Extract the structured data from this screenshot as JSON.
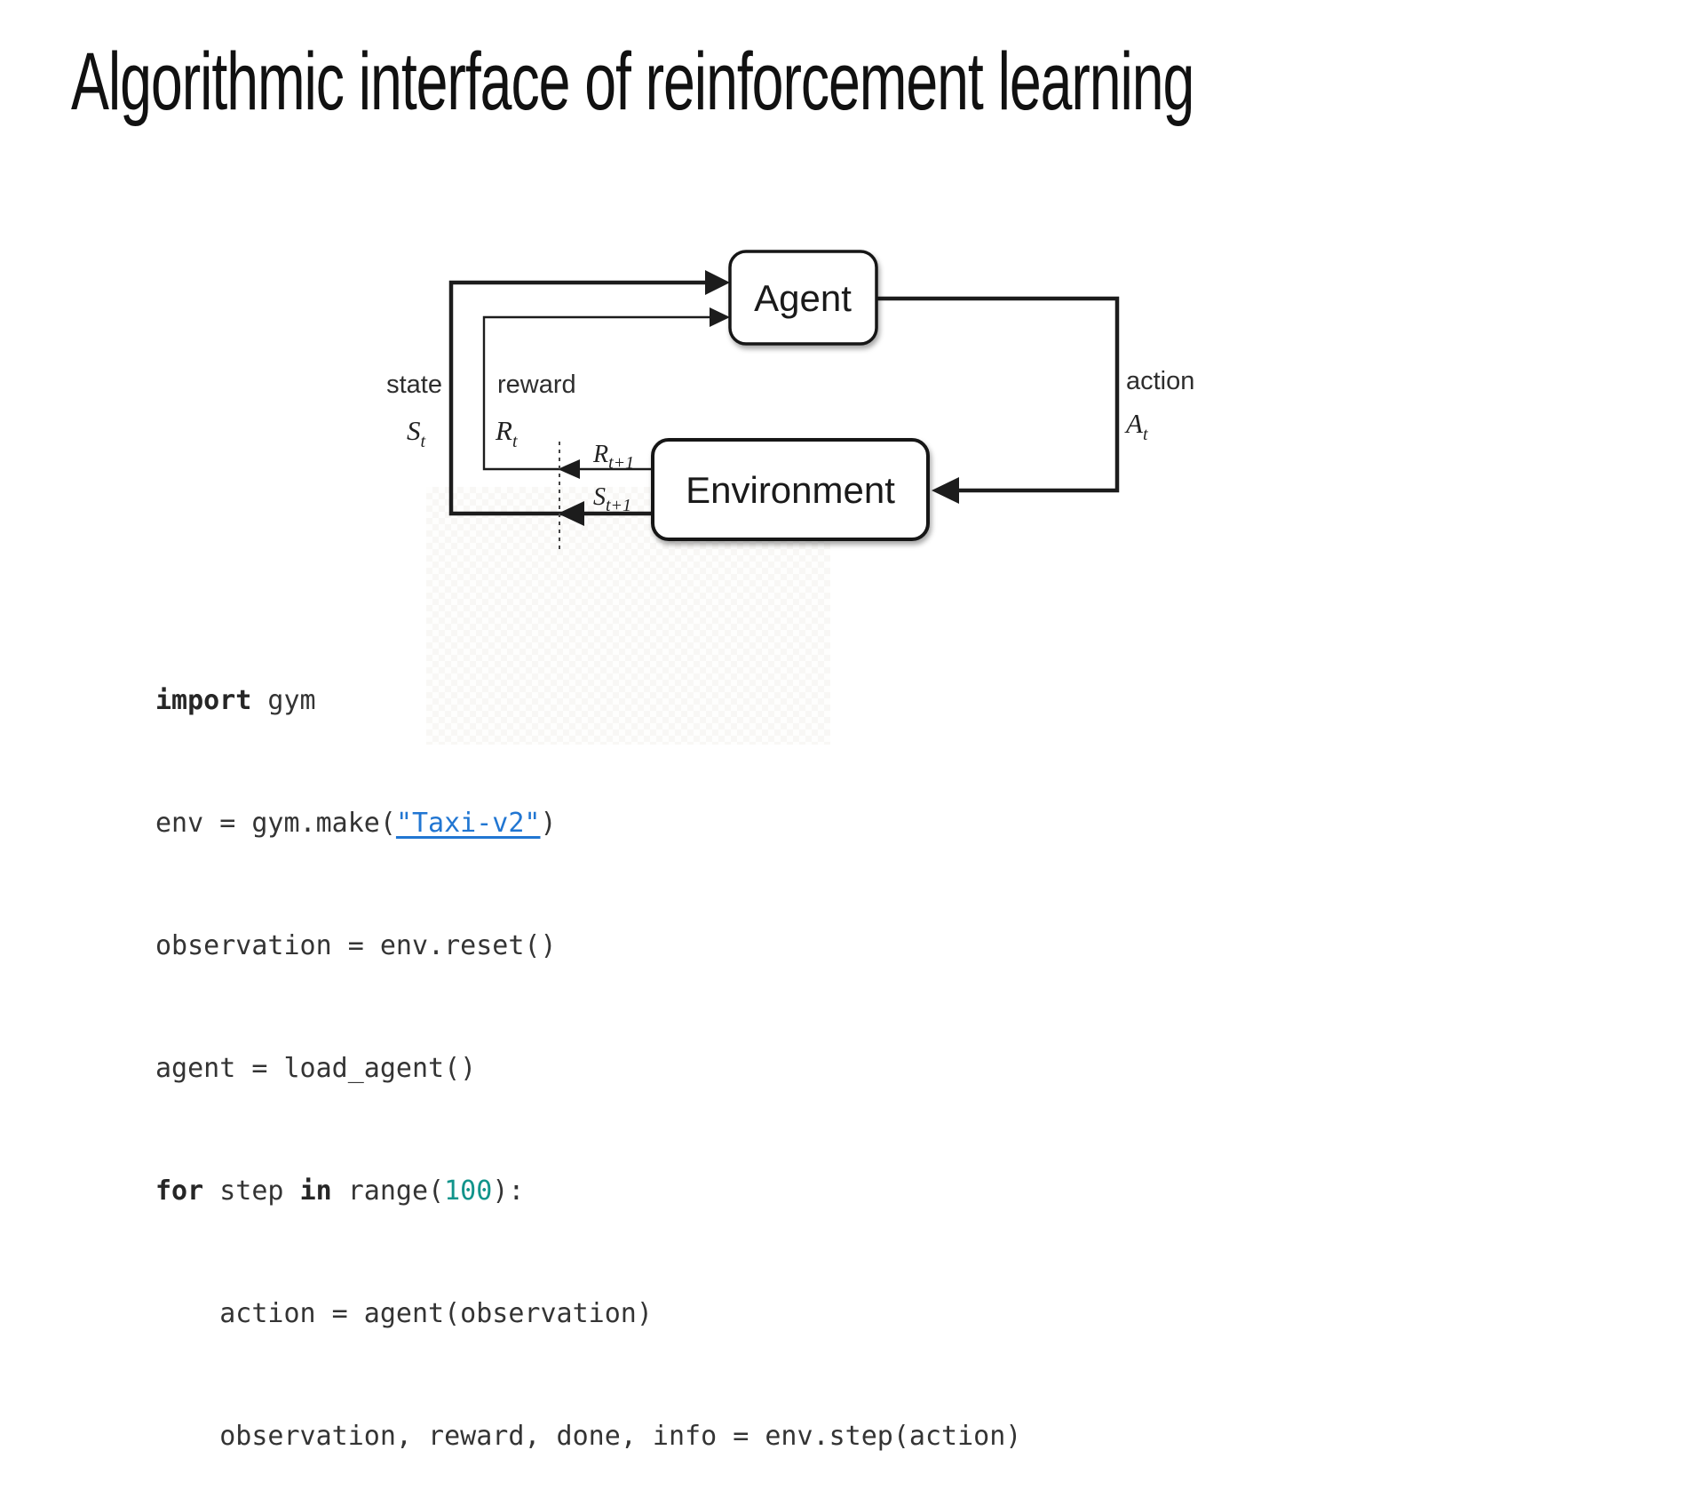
{
  "slide": {
    "title": "Algorithmic interface of reinforcement learning"
  },
  "diagram": {
    "agent_label": "Agent",
    "environment_label": "Environment",
    "state_label": "state",
    "state_symbol": "S",
    "state_sub": "t",
    "reward_label": "reward",
    "reward_symbol": "R",
    "reward_sub": "t",
    "action_label": "action",
    "action_symbol": "A",
    "action_sub": "t",
    "next_reward_symbol": "R",
    "next_reward_sub": "t+1",
    "next_state_symbol": "S",
    "next_state_sub": "t+1"
  },
  "code": {
    "line1": {
      "kw": "import",
      "rest": " gym"
    },
    "line2": {
      "pre": "env = gym.make(",
      "link": "\"Taxi-v2\"",
      "post": ")"
    },
    "line3": {
      "text": "observation = env.reset()"
    },
    "line4": {
      "text": "agent = load_agent()"
    },
    "line5": {
      "kw1": "for",
      "s1": " step ",
      "kw2": "in",
      "s2": " range(",
      "num": "100",
      "s3": "):"
    },
    "line6": {
      "text": "    action = agent(observation)"
    },
    "line7": {
      "text": "    observation, reward, done, info = env.step(action)"
    }
  },
  "colors": {
    "link_blue": "#2176d2",
    "number_teal": "#12948b",
    "code_text": "#343434",
    "diagram_stroke": "#1c1c1c"
  }
}
